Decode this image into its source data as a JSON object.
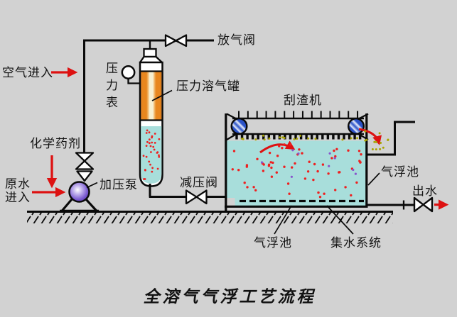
{
  "title": "全溶气气浮工艺流程",
  "labels": {
    "air_in": "空气进入",
    "air_release_valve": "放气阀",
    "pressure_gauge": "压力表",
    "dissolving_tank": "压力溶气罐",
    "chemicals": "化学药剂",
    "raw_water_in": "原水\n进入",
    "pressure_pump": "加压泵",
    "reducing_valve": "减压阀",
    "scraper": "刮渣机",
    "flotation_tank_side": "气浮池",
    "flotation_tank_bottom": "气浮池",
    "water_collection": "集水系统",
    "water_out": "出水"
  },
  "colors": {
    "background": "#d2d2d2",
    "line": "#0a0a0a",
    "arrow_red": "#dd1111",
    "water_cyan": "#a8dedb",
    "tank_orange": "#e8871f",
    "tank_cream": "#f7f0d2",
    "wheel_blue": "#2a52c8",
    "pump_purple": "#7a5ad0",
    "dot_red": "#ee2020",
    "dot_purple": "#8855cc",
    "scum_yellow": "#a8a400"
  }
}
